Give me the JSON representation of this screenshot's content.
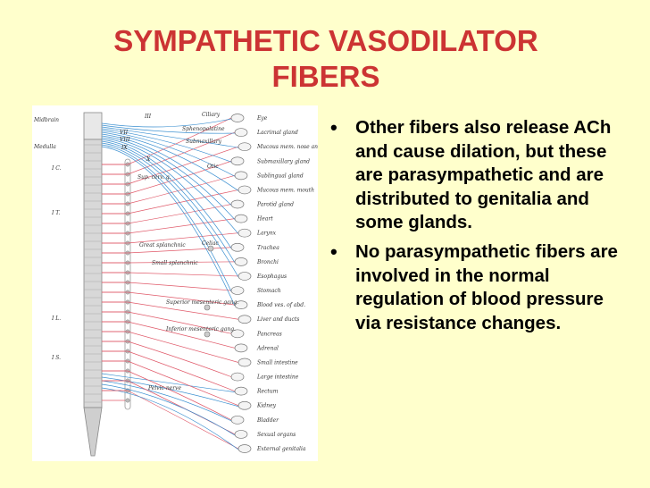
{
  "slide": {
    "title_line1": "SYMPATHETIC VASODILATOR",
    "title_line2": "FIBERS",
    "bullets": [
      "Other fibers also release ACh and cause dilation, but these are parasympathetic and are distributed to genitalia and some glands.",
      "No parasympathetic fibers are involved in the normal regulation of blood pressure via resistance changes."
    ]
  },
  "figure": {
    "left_labels": [
      "Midbrain",
      "Medulla",
      "I C.",
      "I T.",
      "I L.",
      "I S."
    ],
    "nerve_labels": [
      "III",
      "VII",
      "VIII",
      "IX",
      "X",
      "Ciliary",
      "Sphenopalatine",
      "Submaxillary",
      "Otic",
      "Sup. cerv. g.",
      "Great splanchnic",
      "Small splanchnic",
      "Celiac",
      "Superior mesenteric gang.",
      "Inferior mesenteric gang.",
      "Pelvic nerve"
    ],
    "organ_labels": [
      "Eye",
      "Lacrimal gland",
      "Mucous mem. nose and palate",
      "Submaxillary gland",
      "Sublingual gland",
      "Mucous mem. mouth",
      "Parotid gland",
      "Heart",
      "Larynx",
      "Trachea",
      "Bronchi",
      "Esophagus",
      "Stomach",
      "Blood ves. of abd.",
      "Liver and ducts",
      "Pancreas",
      "Adrenal",
      "Small intestine",
      "Large intestine",
      "Rectum",
      "Kidney",
      "Bladder",
      "Sexual organs",
      "External genitalia"
    ],
    "colors": {
      "sympathetic": "#e05a6a",
      "parasympathetic": "#3a8fd0",
      "cord": "#cfcfcf",
      "organ": "#777777"
    }
  }
}
